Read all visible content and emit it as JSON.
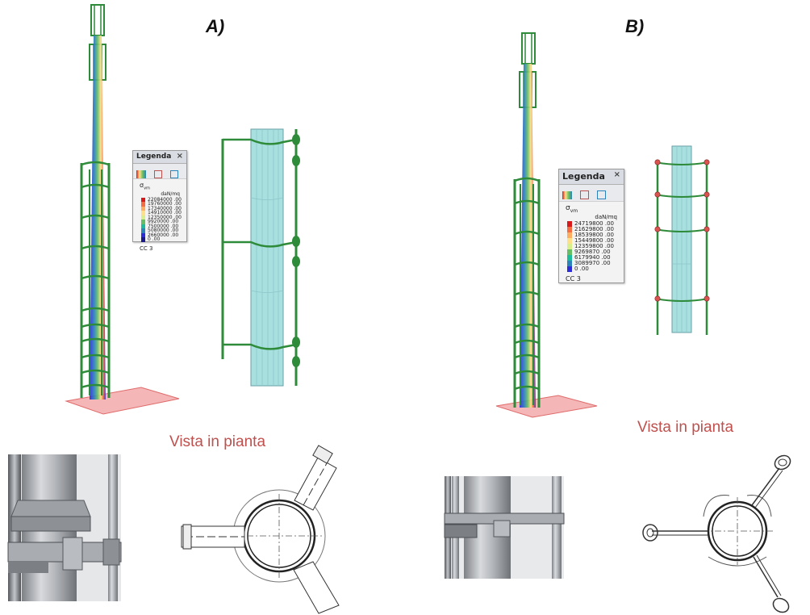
{
  "panels": {
    "a": {
      "label": "A)",
      "caption": "Vista in pianta"
    },
    "b": {
      "label": "B)",
      "caption": "Vista in pianta"
    }
  },
  "legend_a": {
    "title": "Legenda",
    "close": "×",
    "symbol": "σ",
    "symbol_sub": "vm",
    "unit": "daN/mq",
    "values": [
      "22084000 .00",
      "19760000 .00",
      "17340000 .00",
      "14910000 .00",
      "12350000 .00",
      "9920000 .00",
      "7500000 .00",
      "5080000 .00",
      "2660000 .00",
      "0 .00"
    ],
    "case": "CC 3"
  },
  "legend_b": {
    "title": "Legenda",
    "close": "×",
    "symbol": "σ",
    "symbol_sub": "vm",
    "unit": "daN/mq",
    "values": [
      "24719800 .00",
      "21629800 .00",
      "18539800 .00",
      "15449800 .00",
      "12359800 .00",
      "9269870 .00",
      "6179940 .00",
      "3089970 .00",
      "0 .00"
    ],
    "case": "CC 3"
  },
  "colors": {
    "scale": [
      "#d7191c",
      "#f46d43",
      "#fdae61",
      "#fee08b",
      "#d9ef8b",
      "#66bd63",
      "#1abc9c",
      "#2b83ba",
      "#2c2cd8",
      "#1a1a8c"
    ],
    "caption": "#c0504d",
    "truss": "#2e8b3a",
    "pipe": "#a8e0e0",
    "base": "#f4b6b6"
  }
}
